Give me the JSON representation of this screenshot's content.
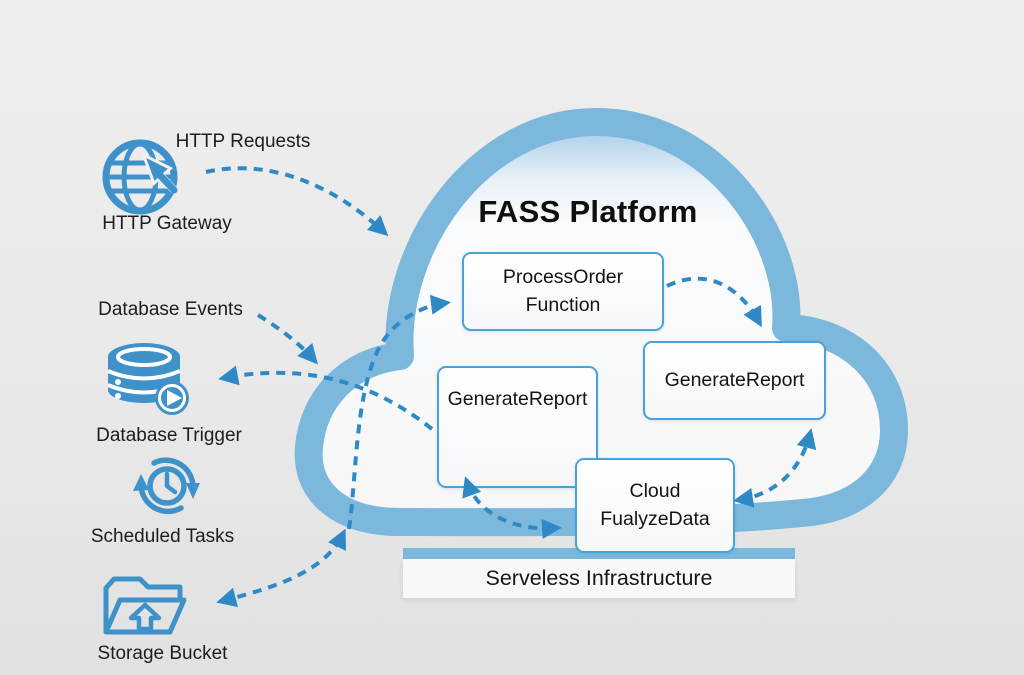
{
  "diagram_title": "FASS Platform",
  "palette": {
    "cloud_border": "#7cb7dc",
    "cloud_fill_top": "#9dc8e6",
    "cloud_fill": "#fafafa",
    "arrow_blue": "#2e89c6",
    "icon_blue": "#3e92c9",
    "box_border": "#4aa0d8",
    "background": "#e9e9e9",
    "text_dark": "#1c1c1c"
  },
  "sources": [
    {
      "icon": "globe-cursor-icon",
      "flow_label": "HTTP Requests",
      "label": "HTTP Gateway"
    },
    {
      "icon": "database-play-icon",
      "flow_label": "Database Events",
      "label": "Database Trigger"
    },
    {
      "icon": "clock-cycle-icon",
      "label": "Scheduled Tasks"
    },
    {
      "icon": "folder-upload-icon",
      "label": "Storage Bucket"
    }
  ],
  "platform": {
    "title": "FASS Platform",
    "functions": [
      {
        "name": "process-order-function",
        "lines": [
          "ProcessOrder",
          "Function"
        ]
      },
      {
        "name": "generate-report-left",
        "lines": [
          "GenerateReport"
        ]
      },
      {
        "name": "generate-report-right",
        "lines": [
          "GenerateReport"
        ]
      },
      {
        "name": "cloud-fualyze-data",
        "lines": [
          "Cloud",
          "FualyzeData"
        ]
      }
    ]
  },
  "infrastructure": {
    "label": "Serveless Infrastructure"
  }
}
